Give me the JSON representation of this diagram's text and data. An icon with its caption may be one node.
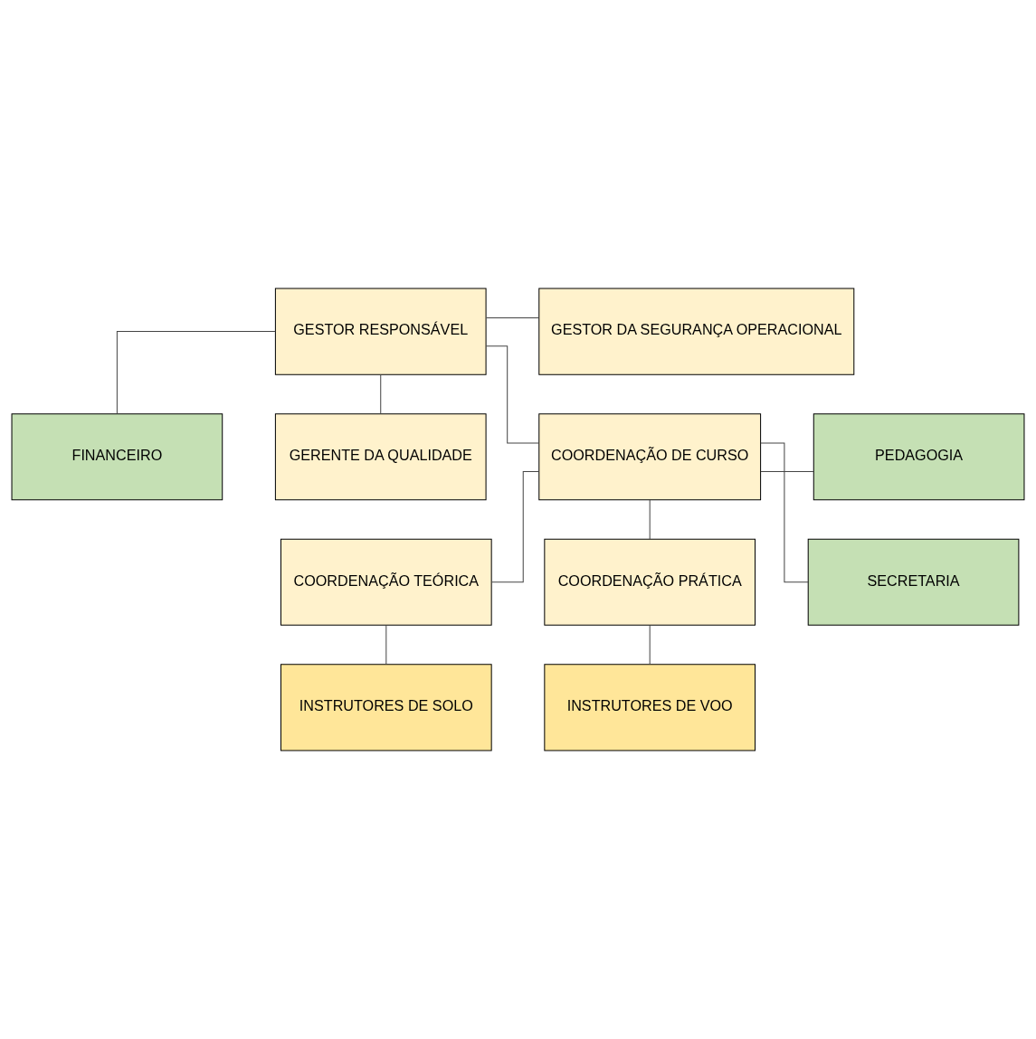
{
  "diagram": {
    "nodes": [
      {
        "text": [
          "GESTOR DA SEGURANÇA OPERACIONAL"
        ]
      },
      {
        "text": [
          "GESTOR RESPONSÁVEL"
        ]
      },
      {
        "text": [
          "FINANCEIRO"
        ]
      },
      {
        "text": [
          "GERENTE DA QUALIDADE"
        ]
      },
      {
        "text": [
          "COORDENAÇÃO DE CURSO"
        ]
      },
      {
        "text": [
          "PEDAGOGIA"
        ]
      },
      {
        "text": [
          "COORDENAÇÃO TEÓRICA"
        ]
      },
      {
        "text": [
          "COORDENAÇÃO PRÁTICA"
        ]
      },
      {
        "text": [
          "INSTRUTORES DE SOLO"
        ]
      },
      {
        "text": [
          "INSTRUTORES DE VOO"
        ]
      },
      {
        "text": [
          "SECRETARIA"
        ]
      }
    ],
    "edges": [
      {
        "from": 1,
        "to": 0,
        "arrow": "none"
      },
      {
        "from": 1,
        "to": 2,
        "arrow": "none"
      },
      {
        "from": 1,
        "to": 3,
        "arrow": "none"
      },
      {
        "from": 1,
        "to": 4,
        "arrow": "none"
      },
      {
        "from": 4,
        "to": 5,
        "arrow": "none"
      },
      {
        "from": 4,
        "to": 6,
        "arrow": "none"
      },
      {
        "from": 4,
        "to": 7,
        "arrow": "none"
      },
      {
        "from": 4,
        "to": 10,
        "arrow": "none"
      },
      {
        "from": 6,
        "to": 8,
        "arrow": "none"
      },
      {
        "from": 7,
        "to": 9,
        "arrow": "none"
      }
    ]
  }
}
